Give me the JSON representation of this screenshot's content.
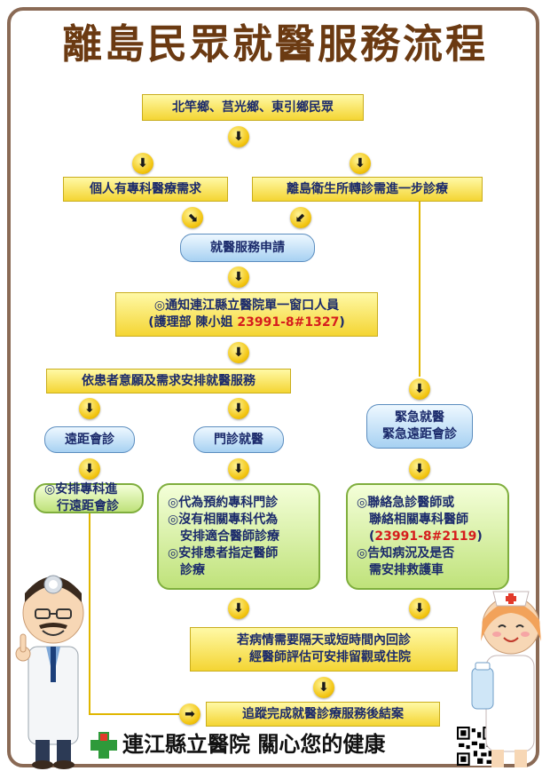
{
  "title": "離島民眾就醫服務流程",
  "steps": {
    "residents": "北竿鄉、莒光鄉、東引鄉民眾",
    "specialist_need": "個人有專科醫療需求",
    "referral": "離島衛生所轉診需進一步診療",
    "apply": "就醫服務申請",
    "notify": {
      "line1": "◎通知連江縣立醫院單一窗口人員",
      "line2_prefix": "(護理部 陳小姐",
      "line2_phone": "23991-8#1327",
      "line2_suffix": ")"
    },
    "arrange": "依患者意願及需求安排就醫服務",
    "tele": "遠距會診",
    "clinic": "門診就醫",
    "emergency": {
      "line1": "緊急就醫",
      "line2": "緊急遠距會診"
    },
    "tele_detail": {
      "line1": "◎安排專科進",
      "line2": "　行遠距會診"
    },
    "clinic_detail": {
      "line1": "◎代為預約專科門診",
      "line2": "◎沒有相關專科代為",
      "line3": "　安排適合醫師診療",
      "line4": "◎安排患者指定醫師",
      "line5": "　診療"
    },
    "emergency_detail": {
      "line1": "◎聯絡急診醫師或",
      "line2": "　聯絡相關專科醫師",
      "line3_prefix": "　(",
      "line3_phone": "23991-8#2119",
      "line3_suffix": ")",
      "line4": "◎告知病況及是否",
      "line5": "　需安排救護車"
    },
    "followup": {
      "line1": "若病情需要隔天或短時間內回診",
      "line2": "，經醫師評估可安排留觀或住院"
    },
    "end": "追蹤完成就醫診療服務後結案"
  },
  "footer": {
    "text": "連江縣立醫院 關心您的健康"
  },
  "icons": {
    "arrow_down": "⬇",
    "arrow_right": "➡",
    "arrow_down_right": "⬊",
    "arrow_down_left": "⬋"
  },
  "colors": {
    "title": "#6b3a12",
    "text": "#1b2a6b",
    "phone": "#d61d1d",
    "arrow": "#f2c40f",
    "frame": "#8a6a55"
  }
}
